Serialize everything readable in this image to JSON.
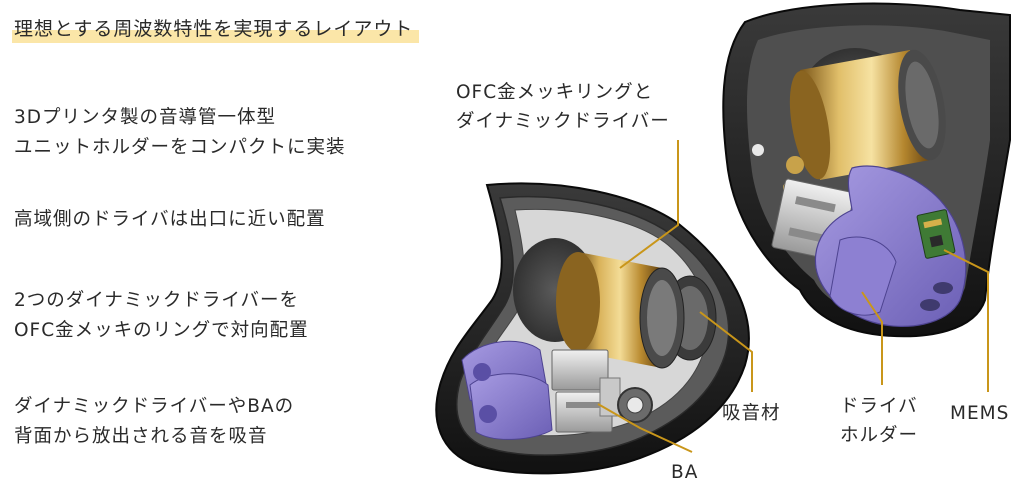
{
  "title": "理想とする周波数特性を実現するレイアウト",
  "features": [
    {
      "lines": [
        "3Dプリンタ製の音導管一体型",
        "ユニットホルダーをコンパクトに実装"
      ]
    },
    {
      "lines": [
        "高域側のドライバは出口に近い配置"
      ]
    },
    {
      "lines": [
        "2つのダイナミックドライバーを",
        "OFC金メッキのリングで対向配置"
      ]
    },
    {
      "lines": [
        "ダイナミックドライバーやBAの",
        "背面から放出される音を吸音"
      ]
    }
  ],
  "callouts": {
    "ofc_ring": [
      "OFC金メッキリングと",
      "ダイナミックドライバー"
    ],
    "absorber": "吸音材",
    "driver_holder": [
      "ドライバ",
      "ホルダー"
    ],
    "mems": "MEMS",
    "ba": "BA"
  },
  "colors": {
    "accent_line": "#c9961a",
    "highlight": "#fbe6a8",
    "holder_purple": "#8377c9",
    "gold": "#c8a24a",
    "shell": "#2b2b2b"
  }
}
